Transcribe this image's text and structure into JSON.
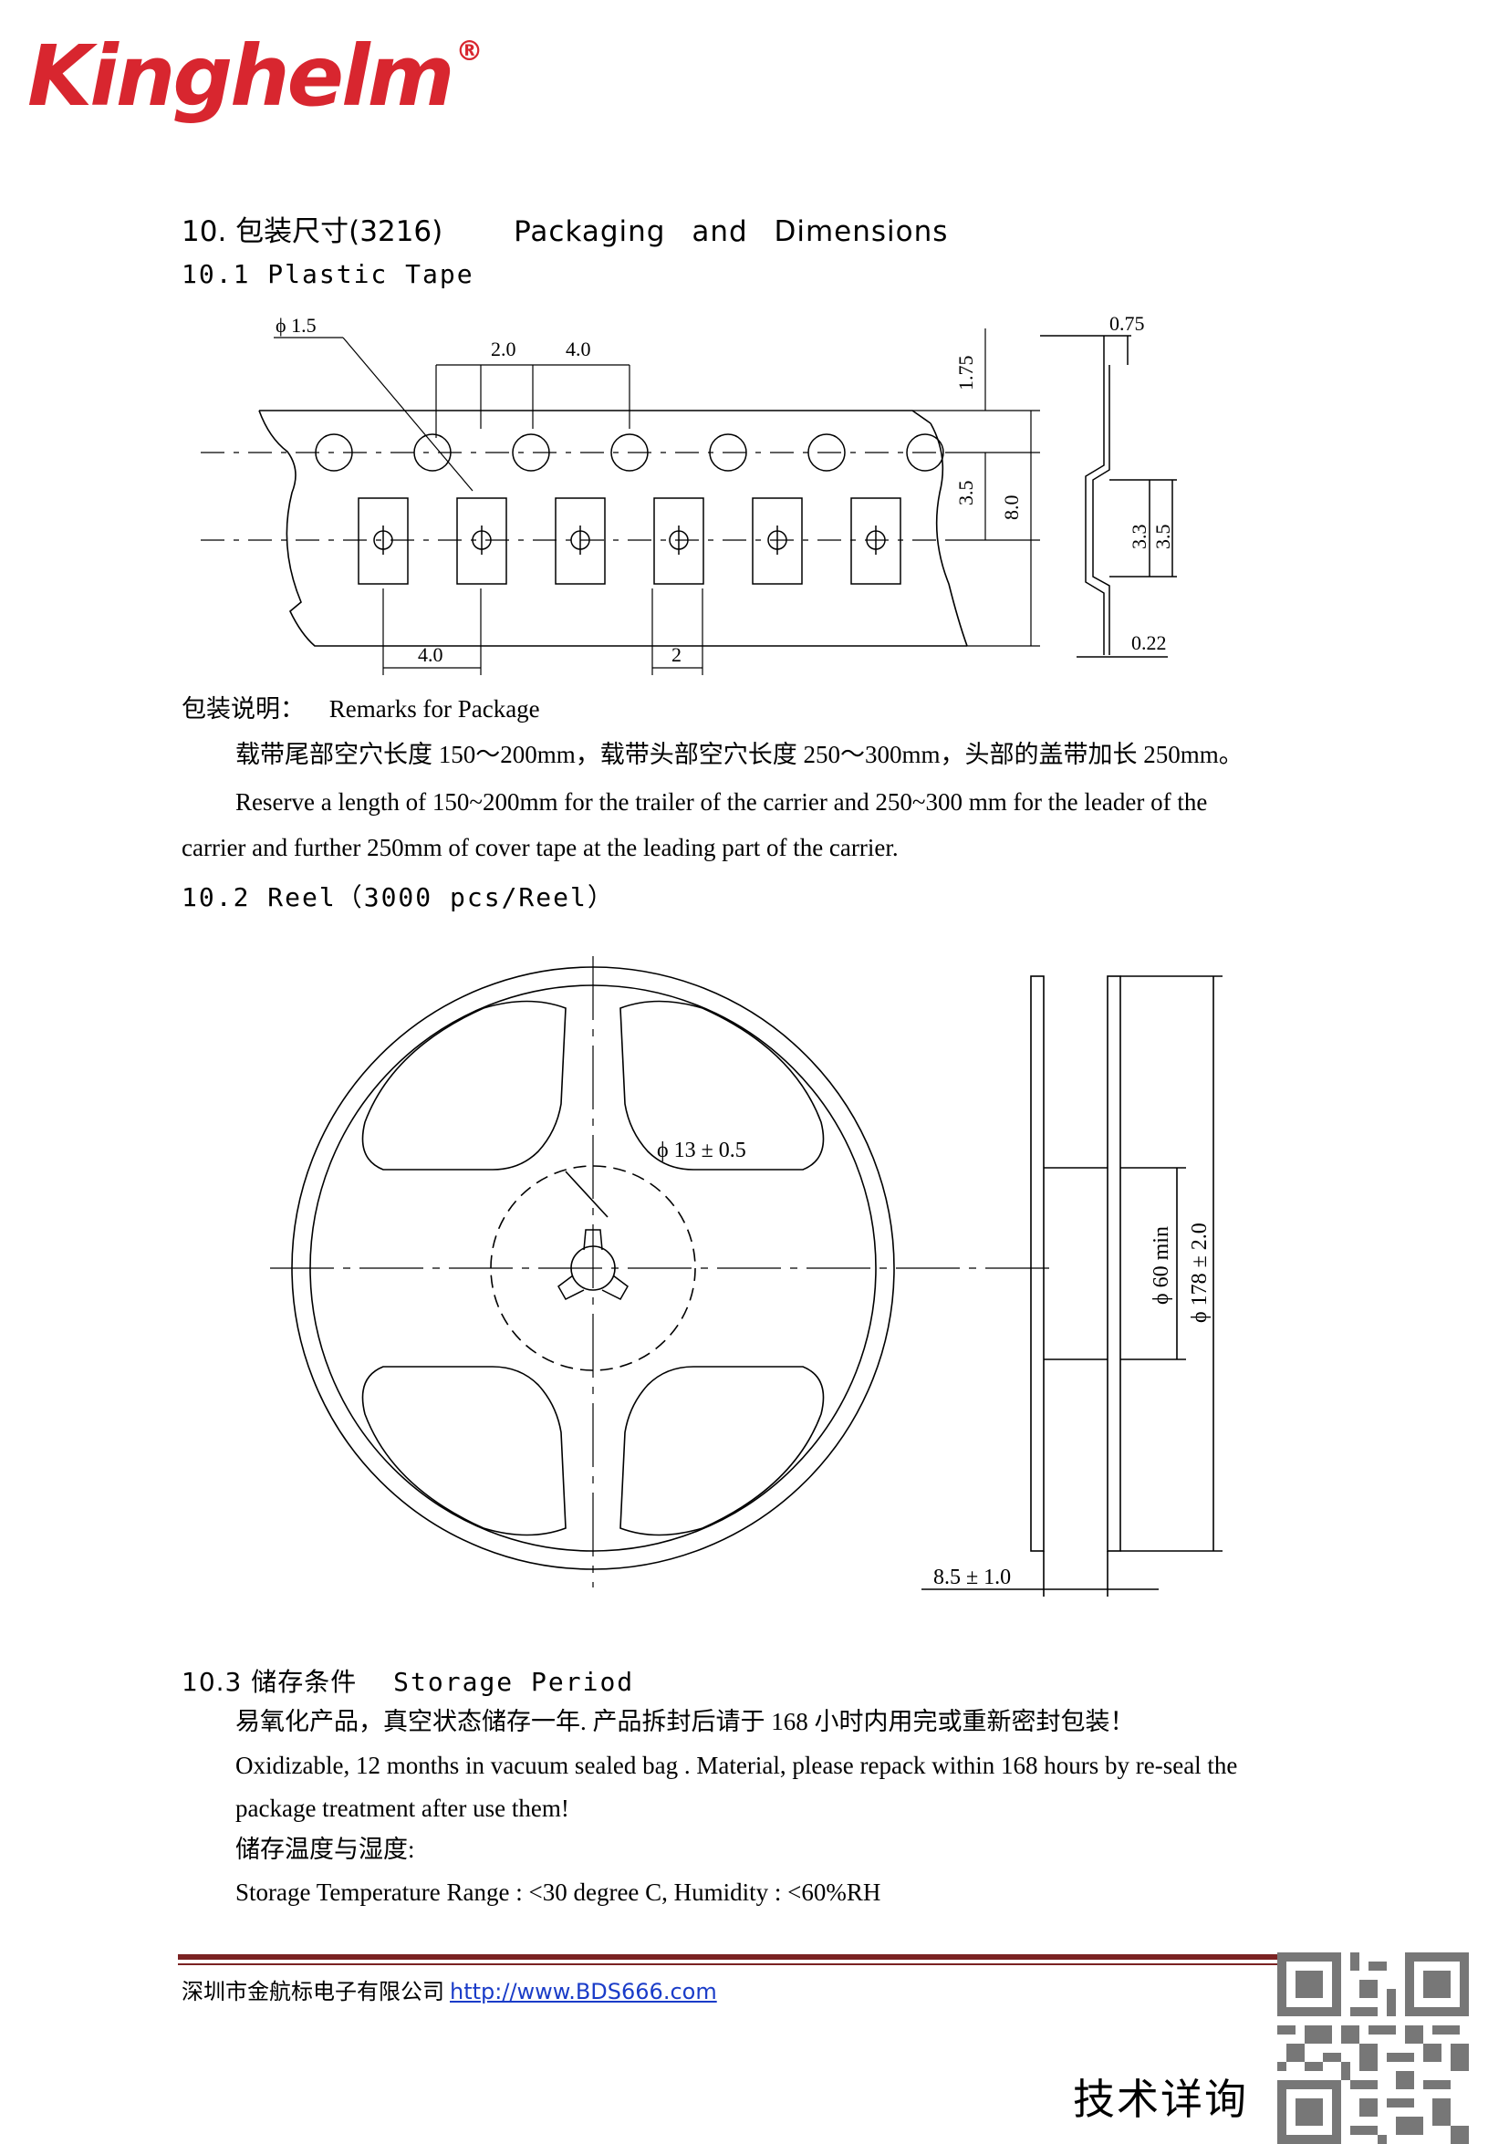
{
  "logo": {
    "text": "Kinghelm",
    "reg": "®",
    "color": "#d8262f"
  },
  "section10": {
    "number_cn": "10. 包装尺寸(3216)",
    "title_en": "Packaging and Dimensions"
  },
  "tape": {
    "heading": "10.1 Plastic Tape",
    "dims": {
      "hole_dia": "ϕ 1.5",
      "pitch_hole": "2.0",
      "pitch_sprocket": "4.0",
      "edge": "1.75",
      "center": "3.5",
      "width": "8.0",
      "pitch_pocket": "4.0",
      "pocket_w": "2",
      "thickness_top": "0.75",
      "pocket_depth_a": "3.3",
      "pocket_depth_b": "3.5",
      "thickness_bottom": "0.22"
    }
  },
  "remarks": {
    "label_cn": "包装说明：",
    "label_en": "Remarks for Package",
    "cn": "载带尾部空穴长度 150～200mm，载带头部空穴长度 250～300mm，头部的盖带加长 250mm。",
    "en_line1": "Reserve a length of 150~200mm for the trailer of the carrier and 250~300 mm for the leader of the",
    "en_line2": "carrier and further 250mm of cover tape at the leading part of the carrier."
  },
  "reel": {
    "heading": "10.2 Reel（3000 pcs/Reel）",
    "dims": {
      "hub_hole": "ϕ 13 ± 0.5",
      "hub_min": "ϕ 60 min",
      "outer": "ϕ 178 ± 2.0",
      "width": "8.5 ± 1.0"
    }
  },
  "storage": {
    "heading_cn": "10.3 储存条件",
    "heading_en": "Storage Period",
    "line_cn": "易氧化产品，真空状态储存一年. 产品拆封后请于 168 小时内用完或重新密封包装！",
    "line_en1": "Oxidizable, 12 months in vacuum sealed bag . Material, please repack within 168 hours by re-seal the",
    "line_en2": "package treatment after use them!",
    "label_cn": "储存温度与湿度:",
    "range": "Storage Temperature Range : <30 degree C, Humidity : <60%RH"
  },
  "footer": {
    "company": "深圳市金航标电子有限公司",
    "url": "http://www.BDS666.com",
    "tech": "技术详询",
    "rule_color": "#7b2323"
  }
}
